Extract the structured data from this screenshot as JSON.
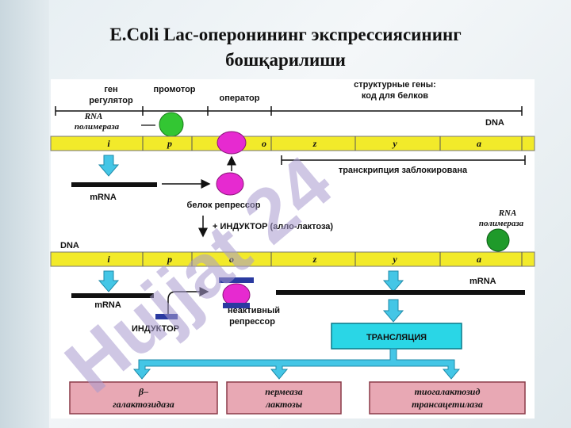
{
  "title": "E.Coli Lac-оперонининг экспрессиясининг бошқарилиши",
  "watermark": "Hujjat 24",
  "labels": {
    "gene_regulator": [
      "ген",
      "регулятор"
    ],
    "promoter": "промотор",
    "operator": "оператор",
    "structural_genes": [
      "структурные гены:",
      "код для белков"
    ],
    "rna_polymerase": [
      "RNA",
      "полимераза"
    ],
    "dna": "DNA",
    "transcription_blocked": "транскрипция заблокирована",
    "mrna": "mRNA",
    "repressor_protein": "белок репрессор",
    "inducer_step": "+ ИНДУКТОР (алло-лактоза)",
    "inactive_repressor": [
      "неактивный",
      "репрессор"
    ],
    "inducer": "ИНДУКТОР",
    "translation": "ТРАНСЛЯЦИЯ"
  },
  "genes": [
    "i",
    "p",
    "o",
    "z",
    "y",
    "a"
  ],
  "proteins": [
    [
      "β–",
      "галактозидаза"
    ],
    [
      "пермеаза",
      "лактозы"
    ],
    [
      "тиогалактозид",
      "трансацетилаза"
    ]
  ],
  "colors": {
    "dna_strip": "#f2ea2a",
    "polymerase": "#33c633",
    "repressor": "#e62ad0",
    "arrow": "#44c6e6",
    "translation_box": "#2ad6e6",
    "protein_box": "#e8a8b4",
    "inducer_bar": "#2a3aa0"
  }
}
